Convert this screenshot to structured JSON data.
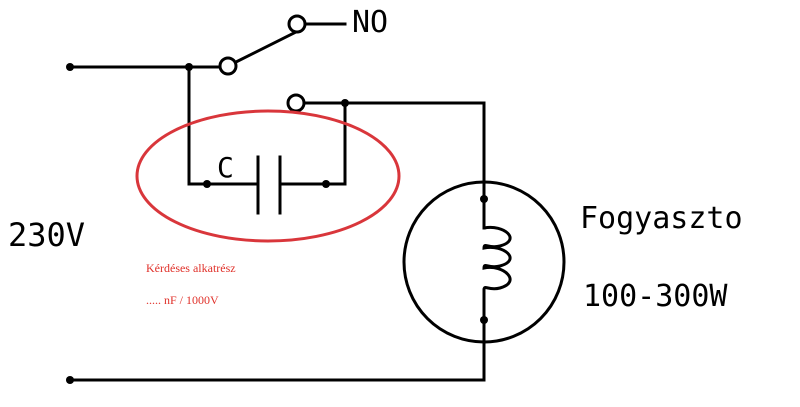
{
  "labels": {
    "switch_no": "NO",
    "capacitor": "C",
    "voltage": "230V",
    "load_name": "Fogyaszto",
    "load_power": "100-300W",
    "note_line1": "Kérdéses alkatrész",
    "note_line2": "..... nF / 1000V"
  },
  "colors": {
    "wire": "#000000",
    "annotation": "#d9363b",
    "background": "#ffffff"
  },
  "icons": [
    "switch-icon",
    "capacitor-icon",
    "coil-icon",
    "motor-icon"
  ]
}
